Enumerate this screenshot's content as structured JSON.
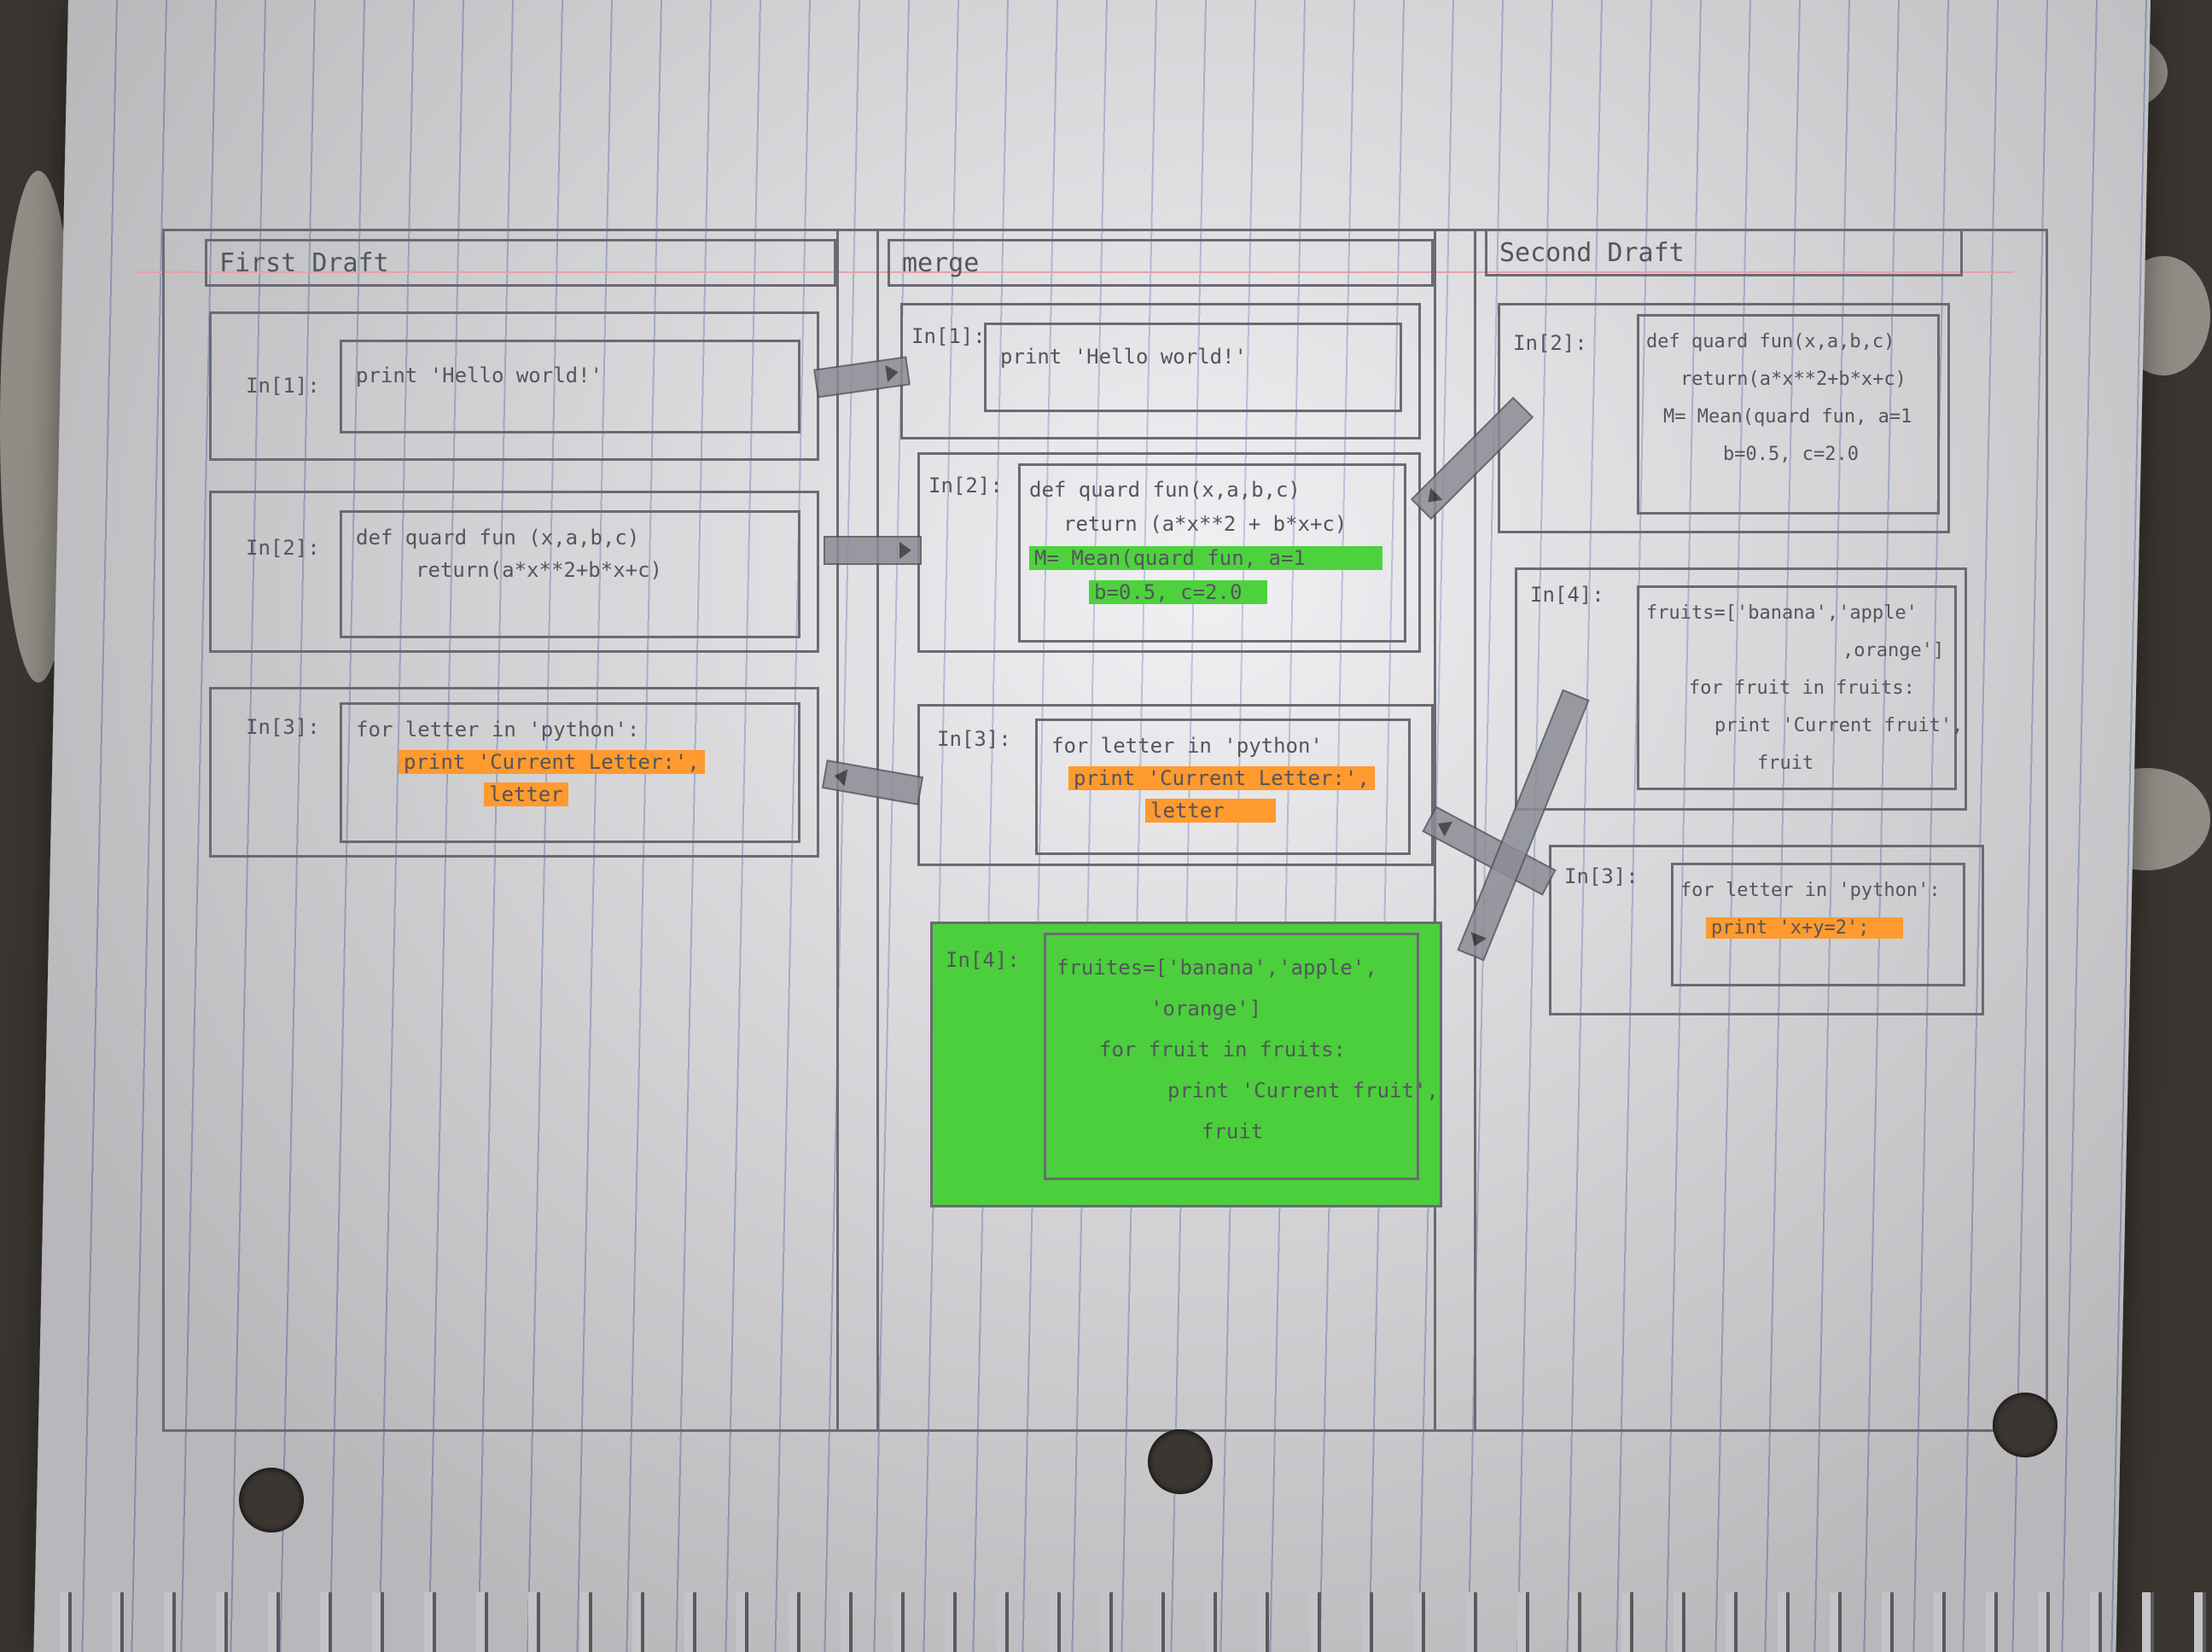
{
  "columns": {
    "left": {
      "title": "First Draft"
    },
    "middle": {
      "title": "merge"
    },
    "right": {
      "title": "Second Draft"
    }
  },
  "first_draft": {
    "cells": [
      {
        "prompt": "In[1]:",
        "lines": [
          "print 'Hello world!'"
        ]
      },
      {
        "prompt": "In[2]:",
        "lines": [
          "def quard fun (x,a,b,c)",
          "return(a*x**2+b*x+c)"
        ]
      },
      {
        "prompt": "In[3]:",
        "lines": [
          "for letter in 'python':",
          "print 'Current Letter:',",
          "letter"
        ]
      }
    ]
  },
  "merge": {
    "cells": [
      {
        "prompt": "In[1]:",
        "lines": [
          "print 'Hello world!'"
        ]
      },
      {
        "prompt": "In[2]:",
        "lines": [
          "def quard fun(x,a,b,c)",
          "return (a*x**2 + b*x+c)",
          "M= Mean(quard fun, a=1",
          "b=0.5, c=2.0"
        ]
      },
      {
        "prompt": "In[3]:",
        "lines": [
          "for letter in 'python'",
          "print 'Current Letter:',",
          "letter"
        ]
      },
      {
        "prompt": "In[4]:",
        "lines": [
          "fruites=['banana','apple',",
          "'orange']",
          "for fruit in fruits:",
          "print 'Current fruit',",
          "fruit"
        ]
      }
    ]
  },
  "second_draft": {
    "cells": [
      {
        "prompt": "In[2]:",
        "lines": [
          "def quard fun(x,a,b,c)",
          "return(a*x**2+b*x+c)",
          "M= Mean(quard fun, a=1",
          "b=0.5, c=2.0"
        ]
      },
      {
        "prompt": "In[4]:",
        "lines": [
          "fruits=['banana','apple'",
          ",orange']",
          "for fruit in fruits:",
          "print 'Current fruit',",
          "fruit"
        ]
      },
      {
        "prompt": "In[3]:",
        "lines": [
          "for letter in 'python':",
          "print 'x+y=2';"
        ]
      }
    ]
  },
  "colors": {
    "pencil": "#6a6a72",
    "highlight_orange": "#ff9a2e",
    "highlight_green": "#4bcf3c",
    "paper": "#ecebef",
    "rule_line": "#a9b6d6",
    "margin_line": "#e4a2ac"
  }
}
